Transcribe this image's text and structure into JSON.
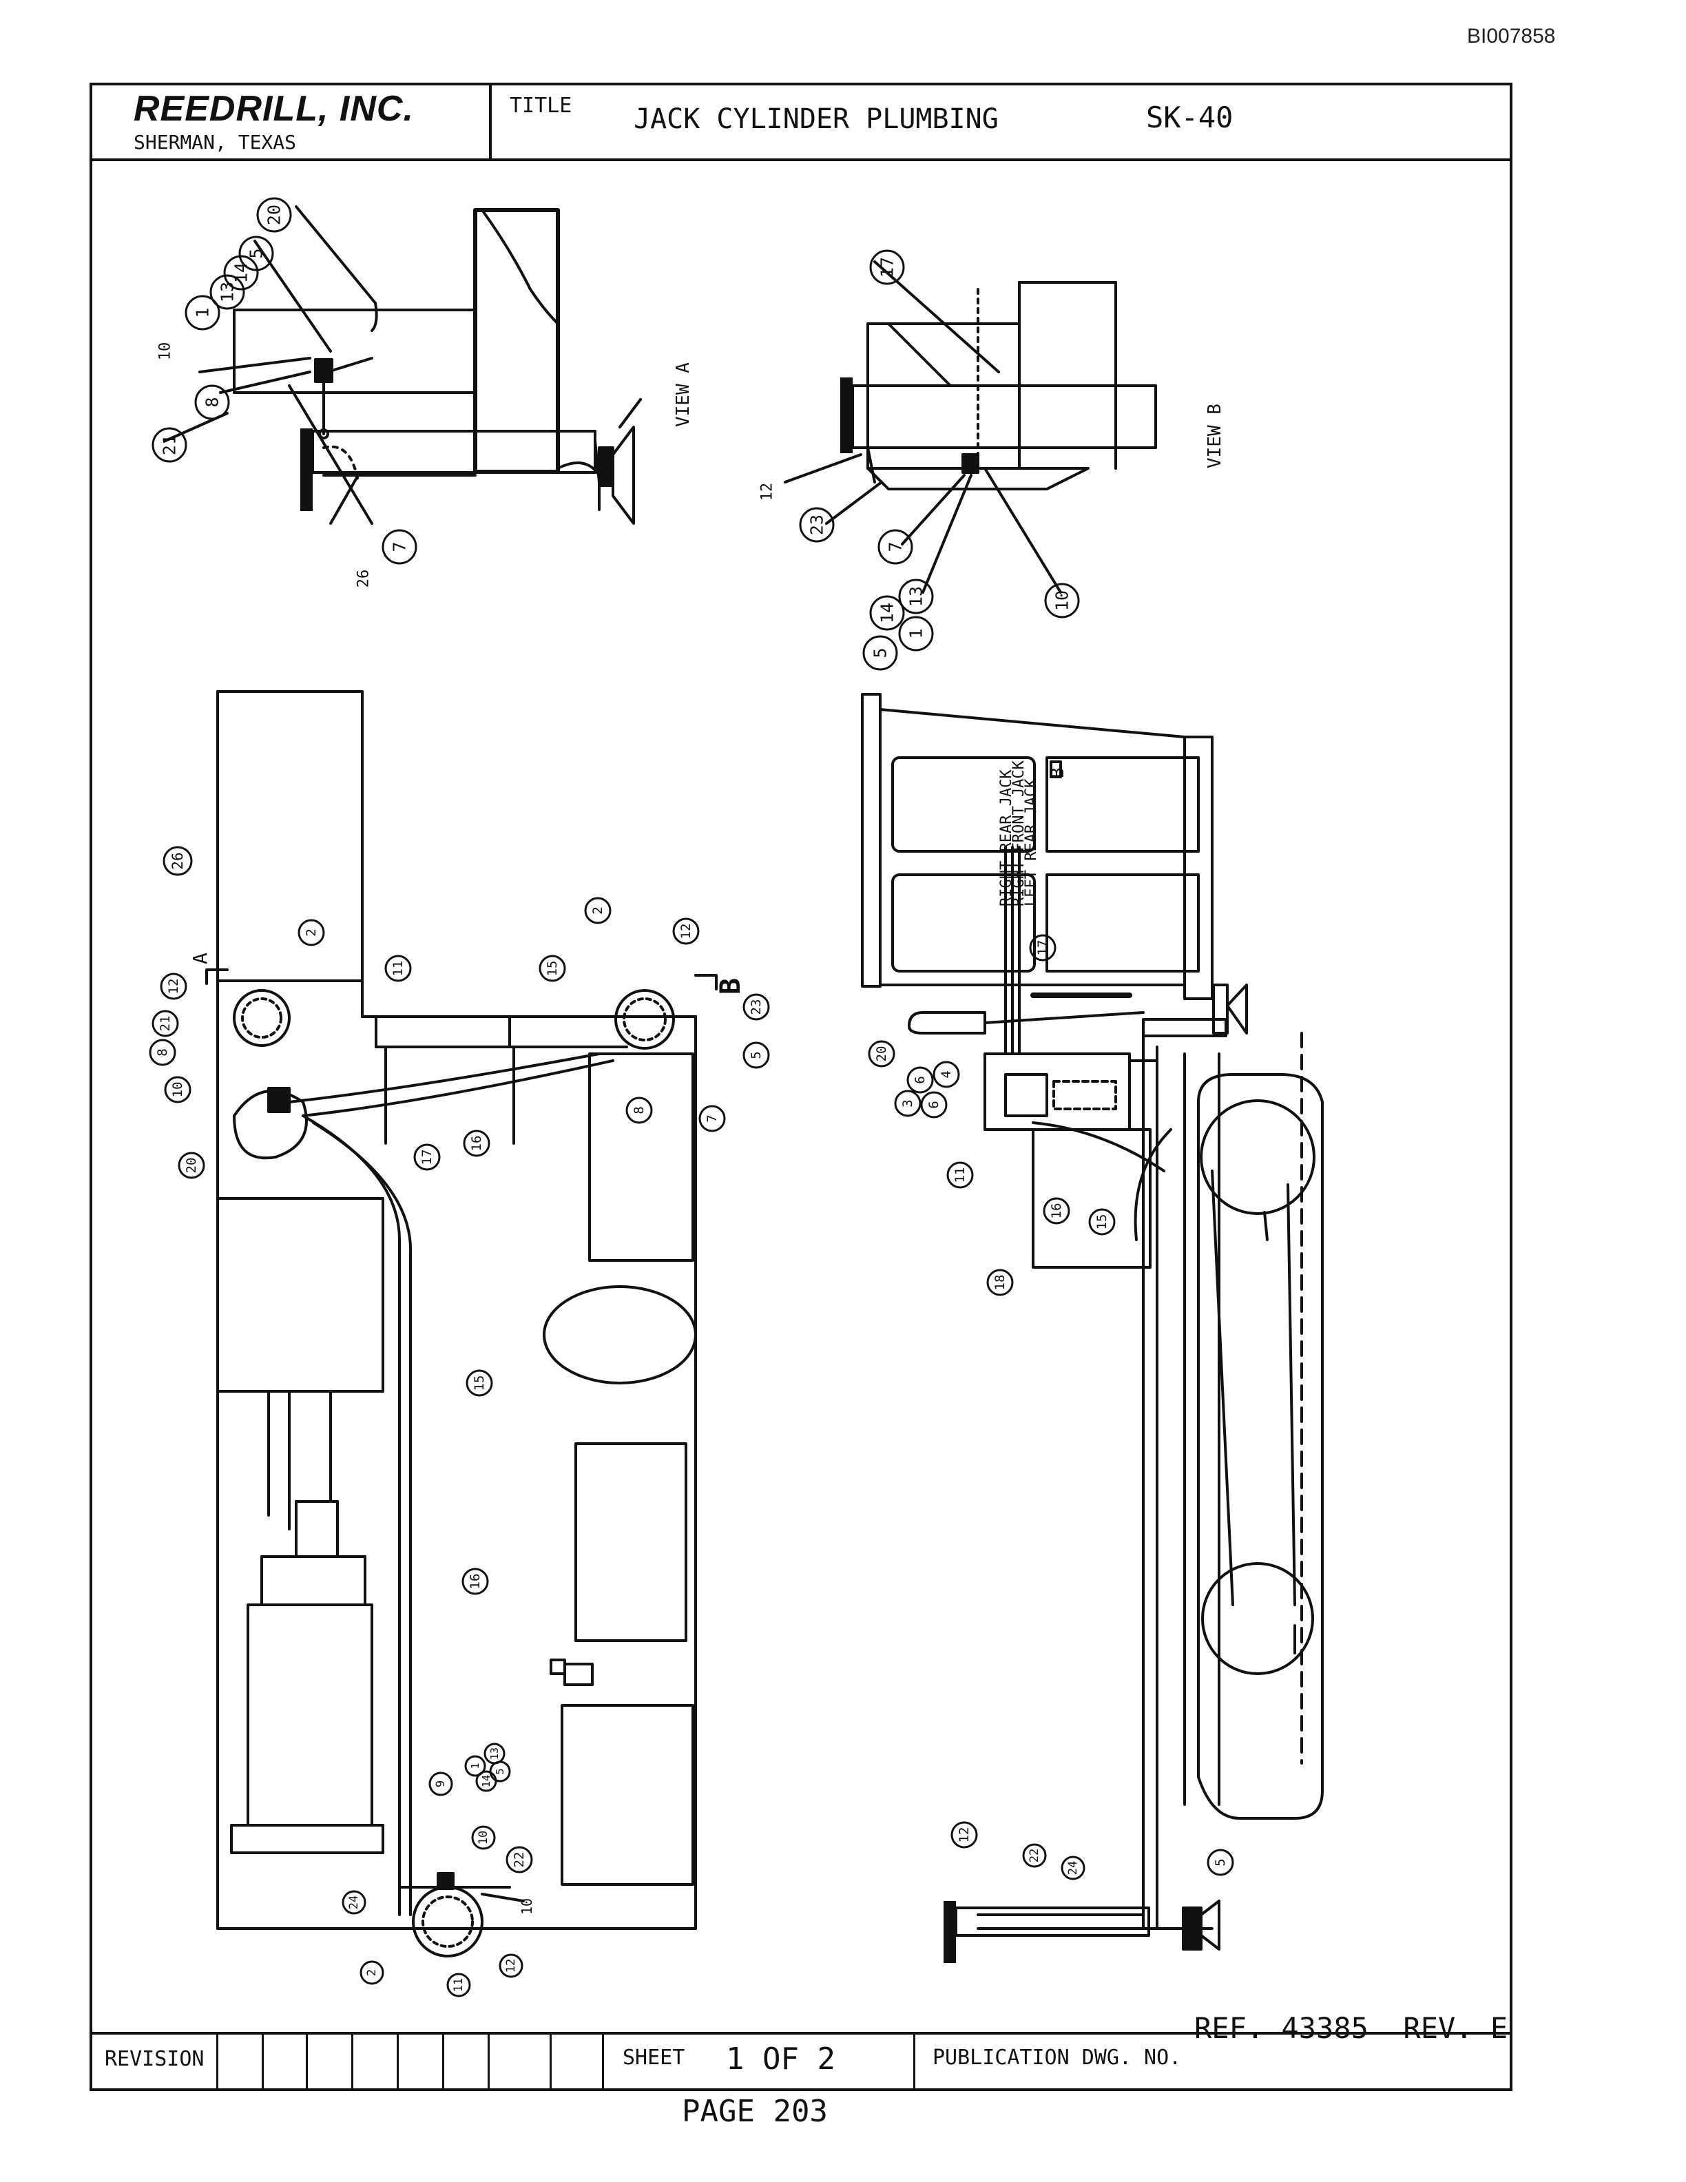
{
  "doc_id": "BI007858",
  "company": {
    "name": "REEDRILL, INC.",
    "location": "SHERMAN, TEXAS"
  },
  "title_block": {
    "label": "TITLE",
    "title": "JACK CYLINDER PLUMBING",
    "sketch_no": "SK-40"
  },
  "reference": "REF. 43385  REV. E",
  "bottom_block": {
    "revision_label": "REVISION",
    "sheet_label": "SHEET",
    "sheet_value": "1 OF 2",
    "publication_label": "PUBLICATION DWG. NO."
  },
  "page_label": "PAGE 203",
  "views": {
    "view_a": "VIEW A",
    "view_b": "VIEW B",
    "section_a": "A",
    "section_b": "B"
  },
  "jack_labels": {
    "right_rear": "RIGHT REAR JACK",
    "right_front": "RIGHT FRONT JACK",
    "left_rear": "LEFT REAR JACK",
    "panel_letter": "B"
  },
  "dimension_note": "10",
  "callouts_view_a": [
    "20",
    "1",
    "13",
    "14",
    "5",
    "10",
    "8",
    "21",
    "7",
    "26"
  ],
  "callouts_view_b": [
    "17",
    "12",
    "23",
    "7",
    "5",
    "14",
    "1",
    "13",
    "10"
  ],
  "callouts_plan_top": [
    "26",
    "2",
    "12",
    "21",
    "8",
    "10",
    "11",
    "20",
    "15",
    "2",
    "12",
    "23",
    "5",
    "7",
    "8",
    "17",
    "16"
  ],
  "callouts_plan_lines": [
    "15",
    "16"
  ],
  "callouts_plan_bottom": [
    "9",
    "1",
    "13",
    "14",
    "5",
    "10",
    "22",
    "24",
    "2",
    "11",
    "12"
  ],
  "callouts_side": [
    "17",
    "20",
    "6",
    "4",
    "3",
    "6",
    "11",
    "16",
    "15",
    "18",
    "12",
    "22",
    "24",
    "5"
  ]
}
